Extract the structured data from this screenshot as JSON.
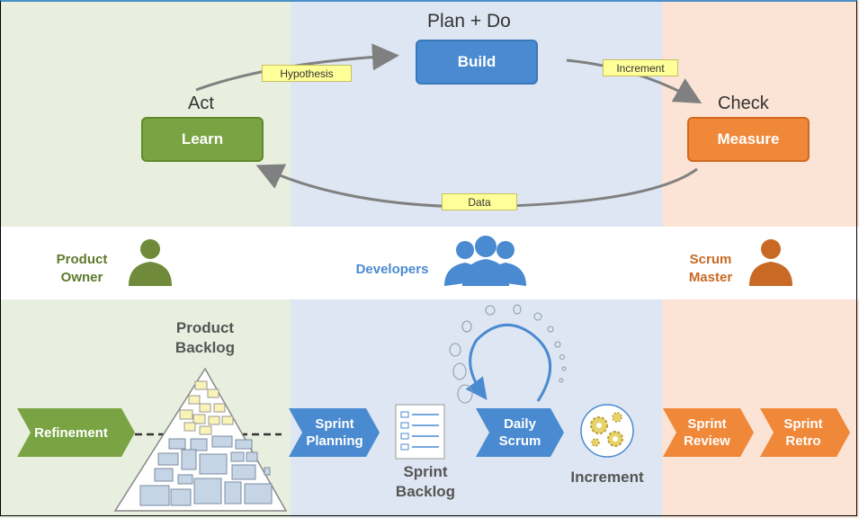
{
  "cycle": {
    "plan_do": "Plan + Do",
    "build": "Build",
    "act": "Act",
    "learn": "Learn",
    "check": "Check",
    "measure": "Measure",
    "hypothesis": "Hypothesis",
    "increment_note": "Increment",
    "data_note": "Data"
  },
  "roles": {
    "product_owner_line1": "Product",
    "product_owner_line2": "Owner",
    "developers": "Developers",
    "scrum_master_line1": "Scrum",
    "scrum_master_line2": "Master"
  },
  "events": {
    "refinement": "Refinement",
    "product_backlog_line1": "Product",
    "product_backlog_line2": "Backlog",
    "sprint_planning_line1": "Sprint",
    "sprint_planning_line2": "Planning",
    "sprint_backlog_line1": "Sprint",
    "sprint_backlog_line2": "Backlog",
    "daily_scrum_line1": "Daily",
    "daily_scrum_line2": "Scrum",
    "increment": "Increment",
    "sprint_review_line1": "Sprint",
    "sprint_review_line2": "Review",
    "sprint_retro_line1": "Sprint",
    "sprint_retro_line2": "Retro"
  },
  "colors": {
    "green": "#7aa444",
    "blue": "#4a8ad0",
    "orange": "#f0883a",
    "green_bg": "#e9efdf",
    "blue_bg": "#dde6f2",
    "orange_bg": "#fbe3d5"
  }
}
